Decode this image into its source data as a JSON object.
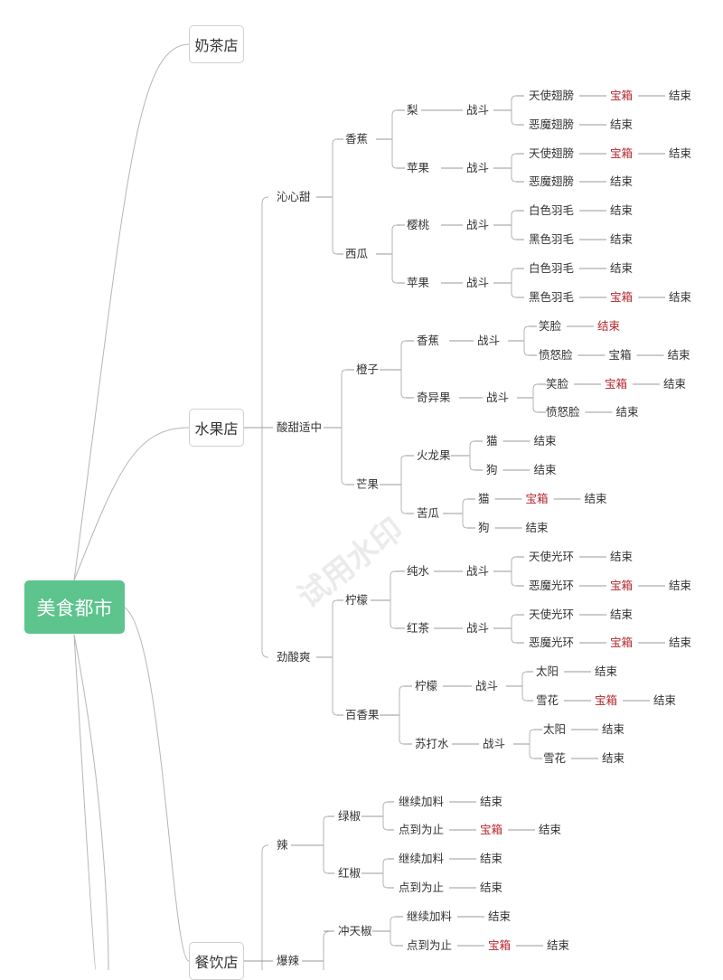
{
  "root": "美食都市",
  "categories": [
    "奶茶店",
    "水果店",
    "餐饮店"
  ],
  "watermark": "试用水印",
  "labels": {
    "sweet": "沁心甜",
    "banana": "香蕉",
    "pear": "梨",
    "fight": "战斗",
    "angel_wings": "天使翅膀",
    "devil_wings": "恶魔翅膀",
    "chest": "宝箱",
    "end": "结束",
    "apple": "苹果",
    "watermelon": "西瓜",
    "cherry": "樱桃",
    "white_feather": "白色羽毛",
    "black_feather": "黑色羽毛",
    "sour_sweet": "酸甜适中",
    "orange": "橙子",
    "smile": "笑脸",
    "angry": "愤怒脸",
    "kiwi": "奇异果",
    "mango": "芒果",
    "dragon": "火龙果",
    "cat": "猫",
    "dog": "狗",
    "bitter_melon": "苦瓜",
    "sour": "劲酸爽",
    "lemon": "柠檬",
    "pure_water": "纯水",
    "angel_halo": "天使光环",
    "devil_halo": "恶魔光环",
    "black_tea": "红茶",
    "passion": "百香果",
    "soda": "苏打水",
    "sun": "太阳",
    "snow": "雪花",
    "spicy": "辣",
    "green_pepper": "绿椒",
    "continue": "继续加料",
    "stop": "点到为止",
    "red_pepper": "红椒",
    "hot": "爆辣",
    "chili": "冲天椒"
  }
}
